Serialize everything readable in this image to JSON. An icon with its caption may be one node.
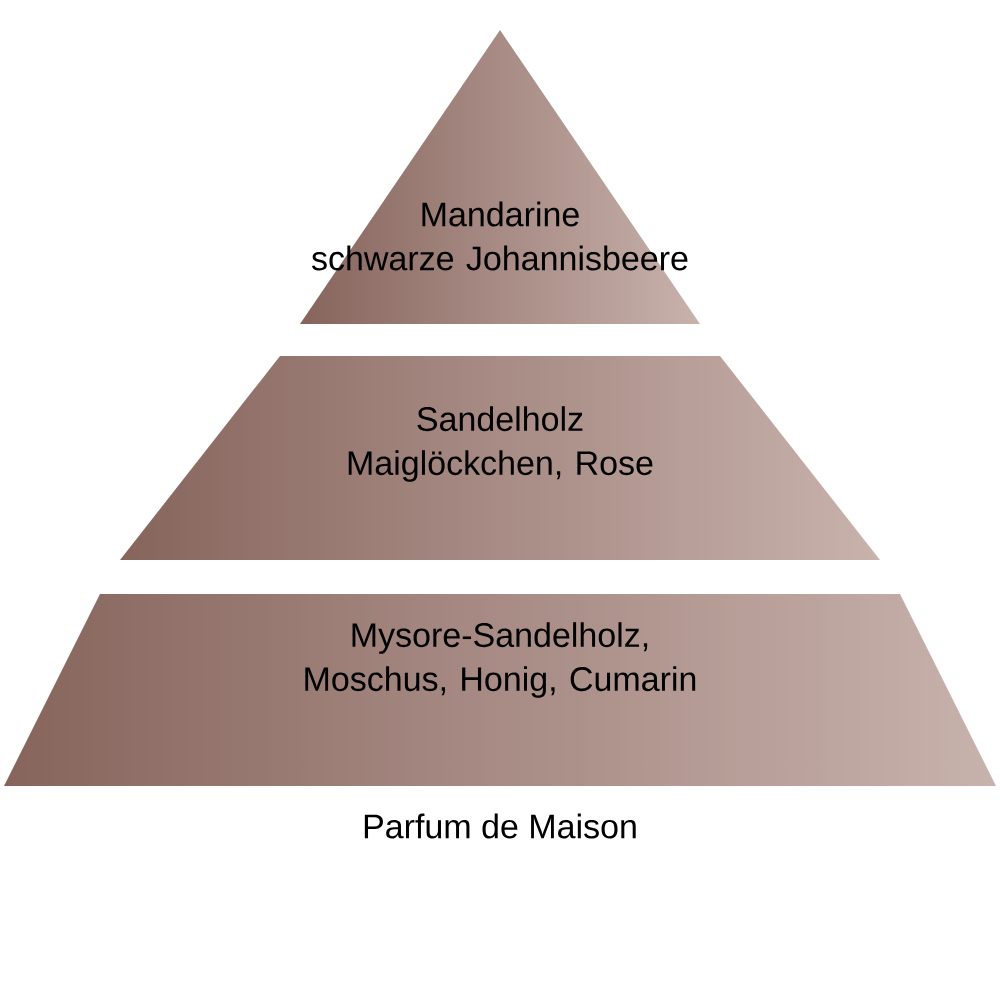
{
  "diagram": {
    "caption": "Parfum de Maison",
    "nodes": [
      {
        "text": [
          "Mandarine",
          "schwarze Johannisbeere"
        ]
      },
      {
        "text": [
          "Sandelholz",
          "Maiglöckchen, Rose"
        ]
      },
      {
        "text": [
          "Mysore-Sandelholz, Moschus, Honig, Cumarin"
        ]
      }
    ]
  }
}
